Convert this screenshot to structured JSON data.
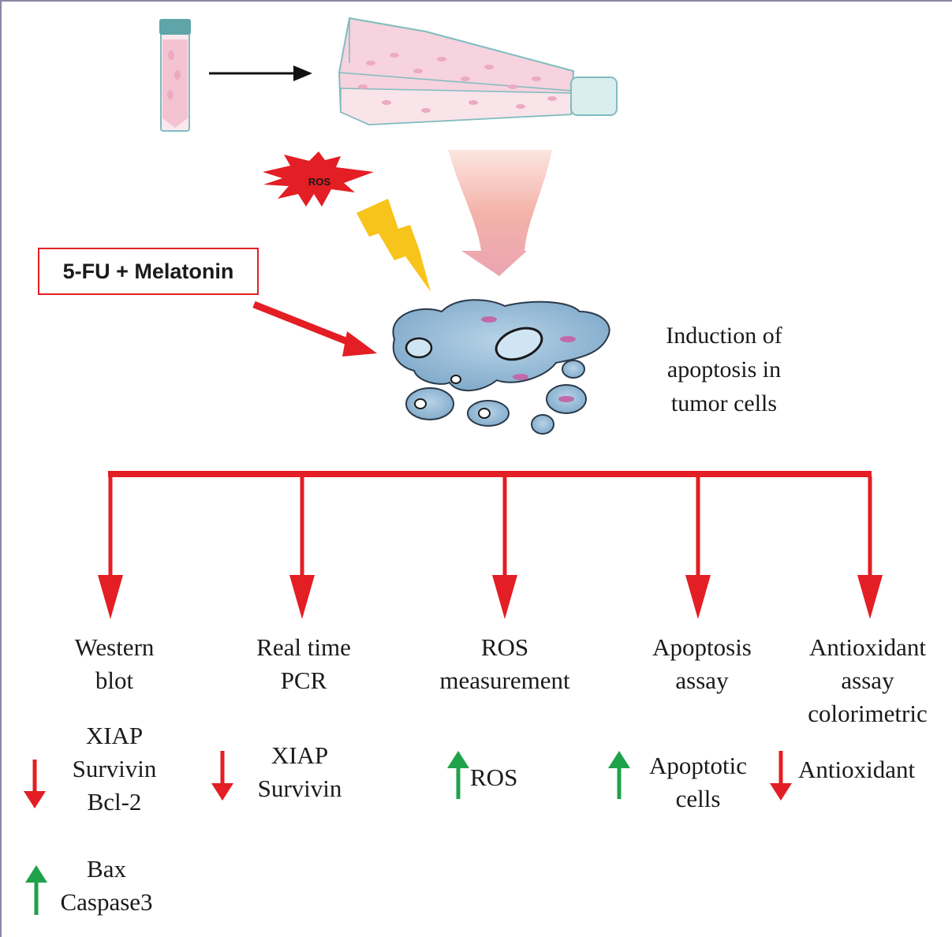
{
  "colors": {
    "red": "#e31e24",
    "green": "#1fa24a",
    "teal": "#6aa9ae",
    "pink": "#f4c9d6",
    "yellow": "#f7c41b",
    "cell_blue": "#8db8d6",
    "frame": "#8a86a6"
  },
  "top": {
    "tube_icon": "culture-tube",
    "flask_icon": "culture-flask"
  },
  "stressor": {
    "ros_label": "ROS",
    "lightning_icon": "lightning-bolt"
  },
  "treatment": {
    "label": "5-FU + Melatonin"
  },
  "outcome": {
    "line1": "Induction of",
    "line2": "apoptosis in",
    "line3": "tumor cells"
  },
  "assays": [
    {
      "title": [
        "Western",
        "blot"
      ],
      "results": [
        {
          "direction": "down",
          "items": [
            "XIAP",
            "Survivin",
            "Bcl-2"
          ]
        },
        {
          "direction": "up",
          "items": [
            "Bax",
            "Caspase3"
          ]
        }
      ]
    },
    {
      "title": [
        "Real time",
        "PCR"
      ],
      "results": [
        {
          "direction": "down",
          "items": [
            "XIAP",
            "Survivin"
          ]
        }
      ]
    },
    {
      "title": [
        "ROS",
        "measurement"
      ],
      "results": [
        {
          "direction": "up",
          "items": [
            "ROS"
          ]
        }
      ]
    },
    {
      "title": [
        "Apoptosis",
        "assay"
      ],
      "results": [
        {
          "direction": "up",
          "items": [
            "Apoptotic",
            "cells"
          ]
        }
      ]
    },
    {
      "title": [
        "Antioxidant",
        "assay",
        "colorimetric"
      ],
      "results": [
        {
          "direction": "down",
          "items": [
            "Antioxidant"
          ]
        }
      ]
    }
  ]
}
